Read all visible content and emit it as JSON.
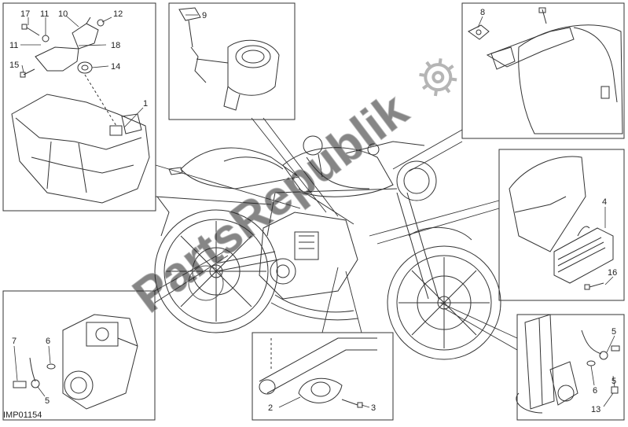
{
  "diagram": {
    "reference_code": "IMP01154",
    "watermark": "PartsRepublik",
    "callouts": {
      "top_left": [
        "17",
        "11",
        "10",
        "12",
        "11",
        "18",
        "15",
        "14",
        "1"
      ],
      "top_center": [
        "9"
      ],
      "top_right": [
        "8"
      ],
      "right": [
        "4",
        "16"
      ],
      "bottom_left": [
        "7",
        "6",
        "5"
      ],
      "bottom_center": [
        "2",
        "3"
      ],
      "bottom_right": [
        "5",
        "6",
        "5",
        "13"
      ]
    }
  }
}
